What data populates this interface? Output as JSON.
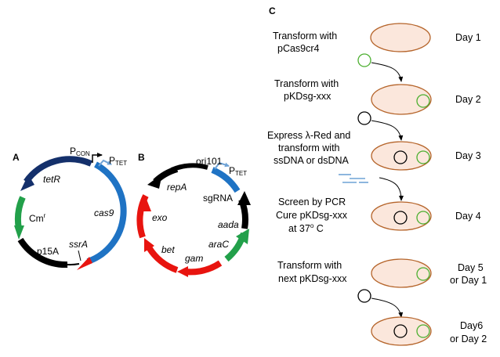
{
  "colors": {
    "navy": "#14306b",
    "blue": "#1f73c4",
    "green": "#22a04a",
    "black": "#000000",
    "red": "#e8140f",
    "promoter_blue": "#6fa3d6",
    "cell_fill": "#fbe7dc",
    "cell_stroke": "#b5642a",
    "plasmid_green": "#4caf30"
  },
  "panel_a": {
    "label": "A",
    "genes": {
      "tetR": "tetR",
      "cas9": "cas9",
      "cmr": "Cm",
      "cmr_sup": "r",
      "p15a": "p15A",
      "ssra": "ssrA"
    },
    "promoters": {
      "pcon": "P",
      "pcon_sub": "CON",
      "ptet": "P",
      "ptet_sub": "TET"
    }
  },
  "panel_b": {
    "label": "B",
    "genes": {
      "ori": "ori101",
      "repa": "repA",
      "sgrna": "sgRNA",
      "exo": "exo",
      "aada": "aada",
      "bet": "bet",
      "arac": "araC",
      "gam": "gam"
    },
    "promoters": {
      "ptet": "P",
      "ptet_sub": "TET"
    }
  },
  "panel_c": {
    "label": "C",
    "steps": [
      {
        "lines": [
          "Transform with",
          "pCas9cr4"
        ],
        "day": [
          "Day 1"
        ]
      },
      {
        "lines": [
          "Transform with",
          "pKDsg-xxx"
        ],
        "day": [
          "Day 2"
        ]
      },
      {
        "lines": [
          "Express λ-Red and",
          "transform with",
          "ssDNA or dsDNA"
        ],
        "day": [
          "Day 3"
        ]
      },
      {
        "lines": [
          "Screen by PCR",
          "Cure pKDsg-xxx",
          "at 37"
        ],
        "deg": "o",
        "c": " C",
        "day": [
          "Day 4"
        ]
      },
      {
        "lines": [
          "Transform with",
          "next pKDsg-xxx"
        ],
        "day": [
          "Day 5",
          "or Day 1"
        ]
      },
      {
        "lines": [],
        "day": [
          "Day6",
          "or Day 2"
        ]
      }
    ]
  }
}
